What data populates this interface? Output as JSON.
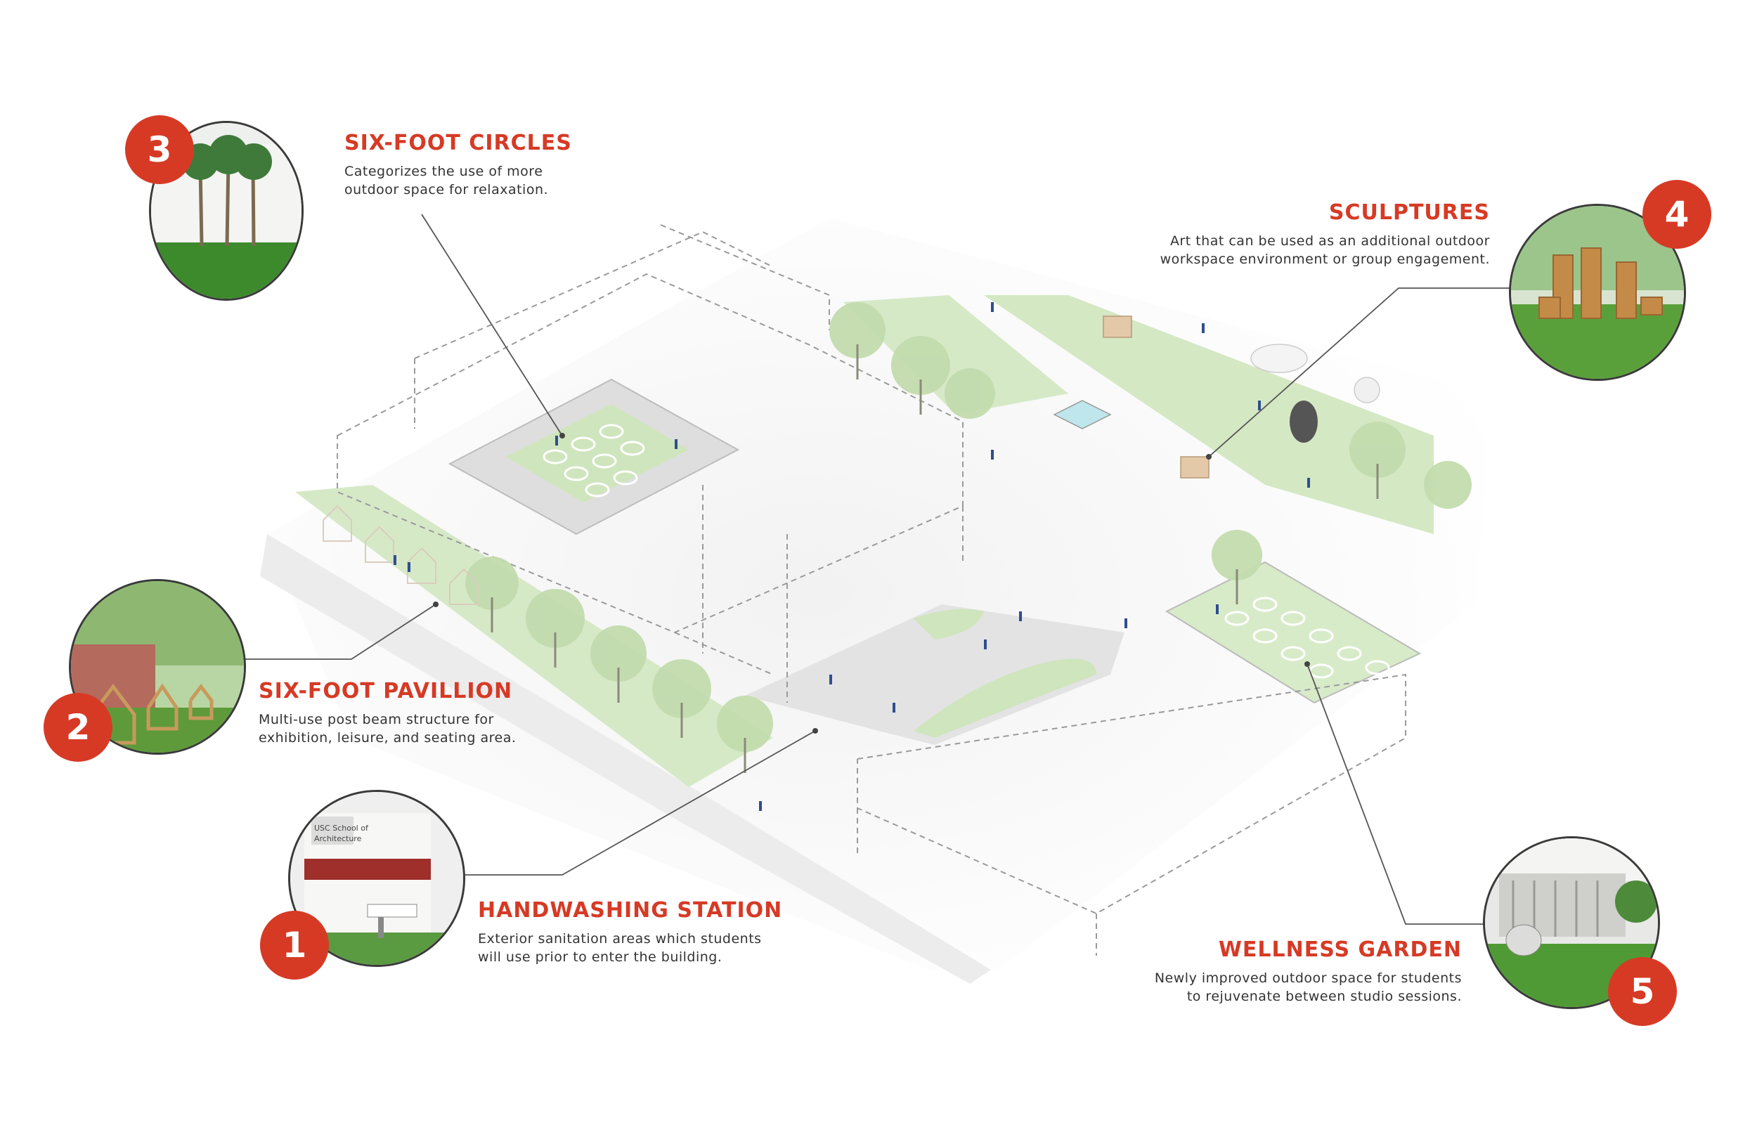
{
  "callouts": [
    {
      "number": "1",
      "title": "HANDWASHING STATION",
      "lines": [
        "Exterior sanitation areas which students",
        "will use prior to enter the building."
      ]
    },
    {
      "number": "2",
      "title": "SIX-FOOT PAVILLION",
      "lines": [
        "Multi-use post beam structure for",
        "exhibition, leisure, and seating area."
      ]
    },
    {
      "number": "3",
      "title": "SIX-FOOT CIRCLES",
      "lines": [
        "Categorizes the use of more",
        "outdoor space for relaxation."
      ]
    },
    {
      "number": "4",
      "title": "SCULPTURES",
      "lines": [
        "Art that can be used as an additional outdoor",
        "workspace environment or group engagement."
      ]
    },
    {
      "number": "5",
      "title": "WELLNESS GARDEN",
      "lines": [
        "Newly improved outdoor space for students",
        "to rejuvenate between studio sessions."
      ]
    }
  ],
  "vignettes": {
    "v1": {
      "sign_line1": "USC School of",
      "sign_line2": "Architecture"
    }
  },
  "colors": {
    "accent": "#d63a25",
    "grass": "#cfe5bd",
    "tree": "#b9d8a4",
    "structure": "#e8e8e8",
    "leader": "#555555"
  }
}
